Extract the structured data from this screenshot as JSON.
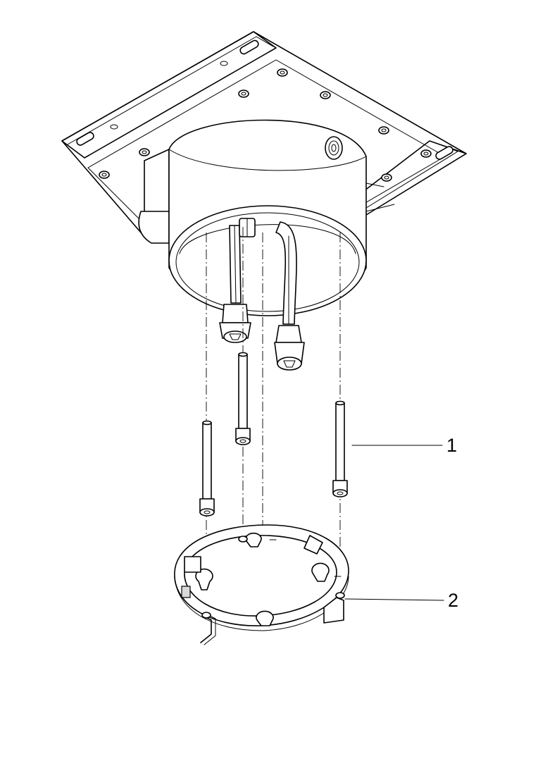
{
  "callouts": [
    {
      "id": "1",
      "label": "1"
    },
    {
      "id": "2",
      "label": "2"
    }
  ],
  "colors": {
    "line": "#000000",
    "background": "#ffffff",
    "shade": "#d9d9d9"
  }
}
